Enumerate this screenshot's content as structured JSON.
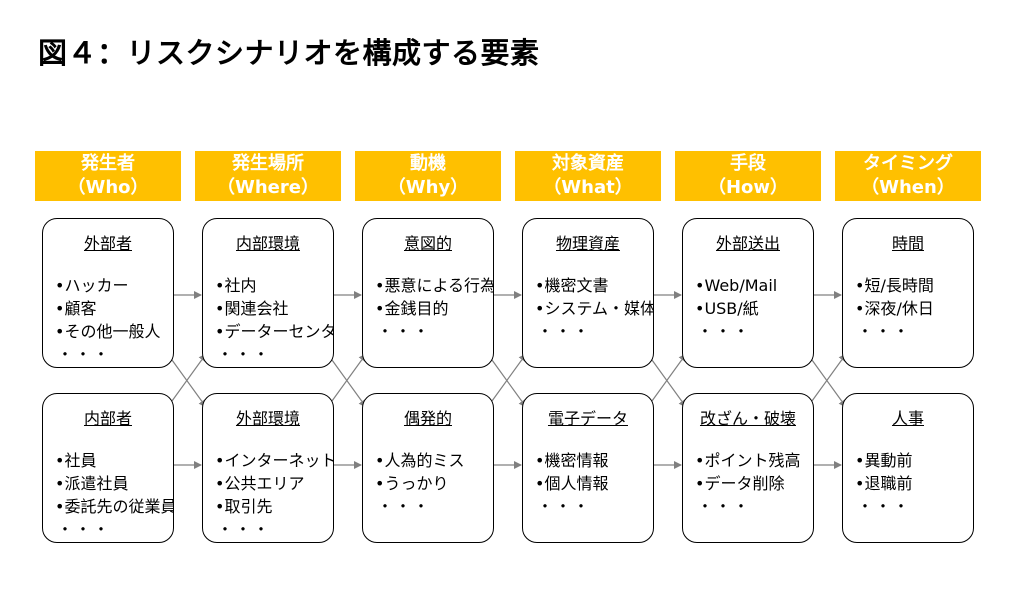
{
  "title": "図４：リスクシナリオを構成する要素",
  "headers": [
    {
      "label": "発生者",
      "sub": "（Who）"
    },
    {
      "label": "発生場所",
      "sub": "（Where）"
    },
    {
      "label": "動機",
      "sub": "（Why）"
    },
    {
      "label": "対象資産",
      "sub": "（What）"
    },
    {
      "label": "手段",
      "sub": "（How）"
    },
    {
      "label": "タイミング",
      "sub": "（When）"
    }
  ],
  "top_boxes": [
    {
      "title": "外部者",
      "items": [
        "ハッカー",
        "顧客",
        "その他一般人"
      ],
      "more": "・・・"
    },
    {
      "title": "内部環境",
      "items": [
        "社内",
        "関連会社",
        "データーセンター"
      ],
      "more": "・・・"
    },
    {
      "title": "意図的",
      "items": [
        "悪意による行為",
        "金銭目的"
      ],
      "more": "・・・"
    },
    {
      "title": "物理資産",
      "items": [
        "機密文書",
        "システム・媒体"
      ],
      "more": "・・・"
    },
    {
      "title": "外部送出",
      "items": [
        "Web/Mail",
        "USB/紙"
      ],
      "more": "・・・"
    },
    {
      "title": "時間",
      "items": [
        "短/長時間",
        "深夜/休日"
      ],
      "more": "・・・"
    }
  ],
  "bottom_boxes": [
    {
      "title": "内部者",
      "items": [
        "社員",
        "派遣社員",
        "委託先の従業員"
      ],
      "more": "・・・"
    },
    {
      "title": "外部環境",
      "items": [
        "インターネット",
        "公共エリア",
        "取引先"
      ],
      "more": "・・・"
    },
    {
      "title": "偶発的",
      "items": [
        "人為的ミス",
        "うっかり"
      ],
      "more": "・・・"
    },
    {
      "title": "電子データ",
      "items": [
        "機密情報",
        "個人情報"
      ],
      "more": "・・・"
    },
    {
      "title": "改ざん・破壊",
      "items": [
        "ポイント残高",
        "データ削除"
      ],
      "more": "・・・"
    },
    {
      "title": "人事",
      "items": [
        "異動前",
        "退職前"
      ],
      "more": "・・・"
    }
  ],
  "colors": {
    "header_bg": "#FFC000",
    "header_text": "#FFFFFF",
    "arrow": "#808080"
  }
}
